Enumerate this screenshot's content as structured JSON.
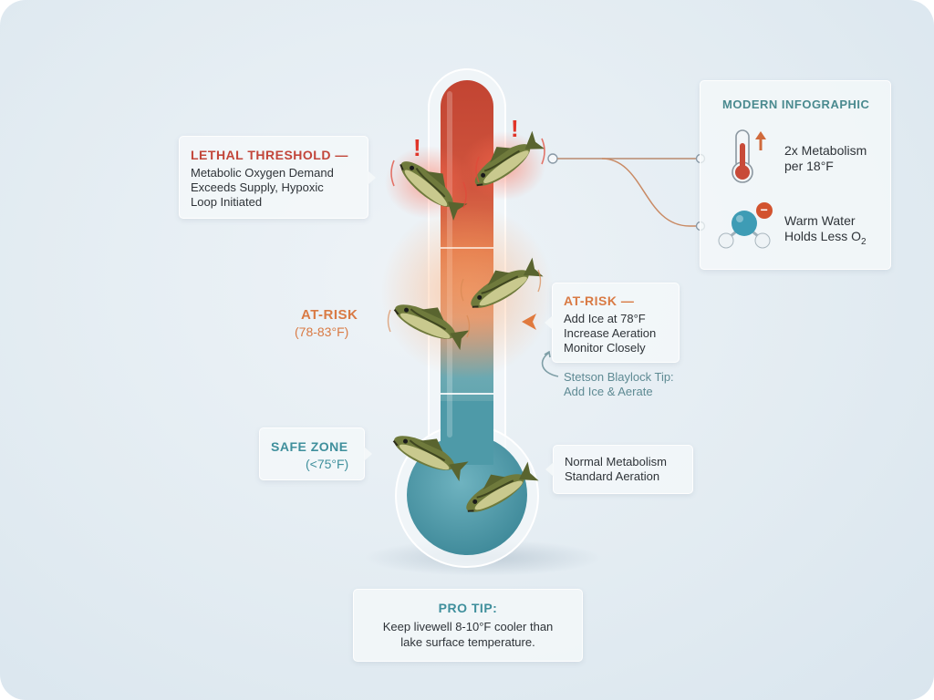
{
  "header": {
    "title": "MODERN INFOGRAPHIC"
  },
  "colors": {
    "lethal": "#c2463a",
    "at_risk": "#d97a44",
    "safe": "#3f8f9c",
    "tip": "#5e8a93",
    "text": "#2e3338"
  },
  "lethal": {
    "title": "LETHAL THRESHOLD —",
    "lines": [
      "Metabolic Oxygen Demand",
      "Exceeds Supply, Hypoxic",
      "Loop Initiated"
    ],
    "alert_glyph": "!"
  },
  "at_risk_left": {
    "title": "AT-RISK",
    "range": "(78-83°F)"
  },
  "at_risk_right": {
    "title": "AT-RISK —",
    "lines": [
      "Add Ice at 78°F",
      "Increase Aeration",
      "Monitor Closely"
    ]
  },
  "tip": {
    "line1": "Stetson Blaylock Tip:",
    "line2": "Add Ice & Aerate"
  },
  "safe": {
    "title": "SAFE ZONE",
    "range": "(<75°F)"
  },
  "normal": {
    "lines": [
      "Normal Metabolism",
      "Standard Aeration"
    ]
  },
  "facts": [
    {
      "icon": "thermometer-up-icon",
      "lines": [
        "2x Metabolism",
        "per 18°F"
      ]
    },
    {
      "icon": "oxygen-molecule-icon",
      "line1": "Warm Water",
      "line2_prefix": "Holds Less O",
      "subscript": "2",
      "badge": "−"
    }
  ],
  "pro_tip": {
    "title": "PRO TIP:",
    "lines": [
      "Keep livewell 8-10°F cooler than",
      "lake surface temperature."
    ]
  }
}
